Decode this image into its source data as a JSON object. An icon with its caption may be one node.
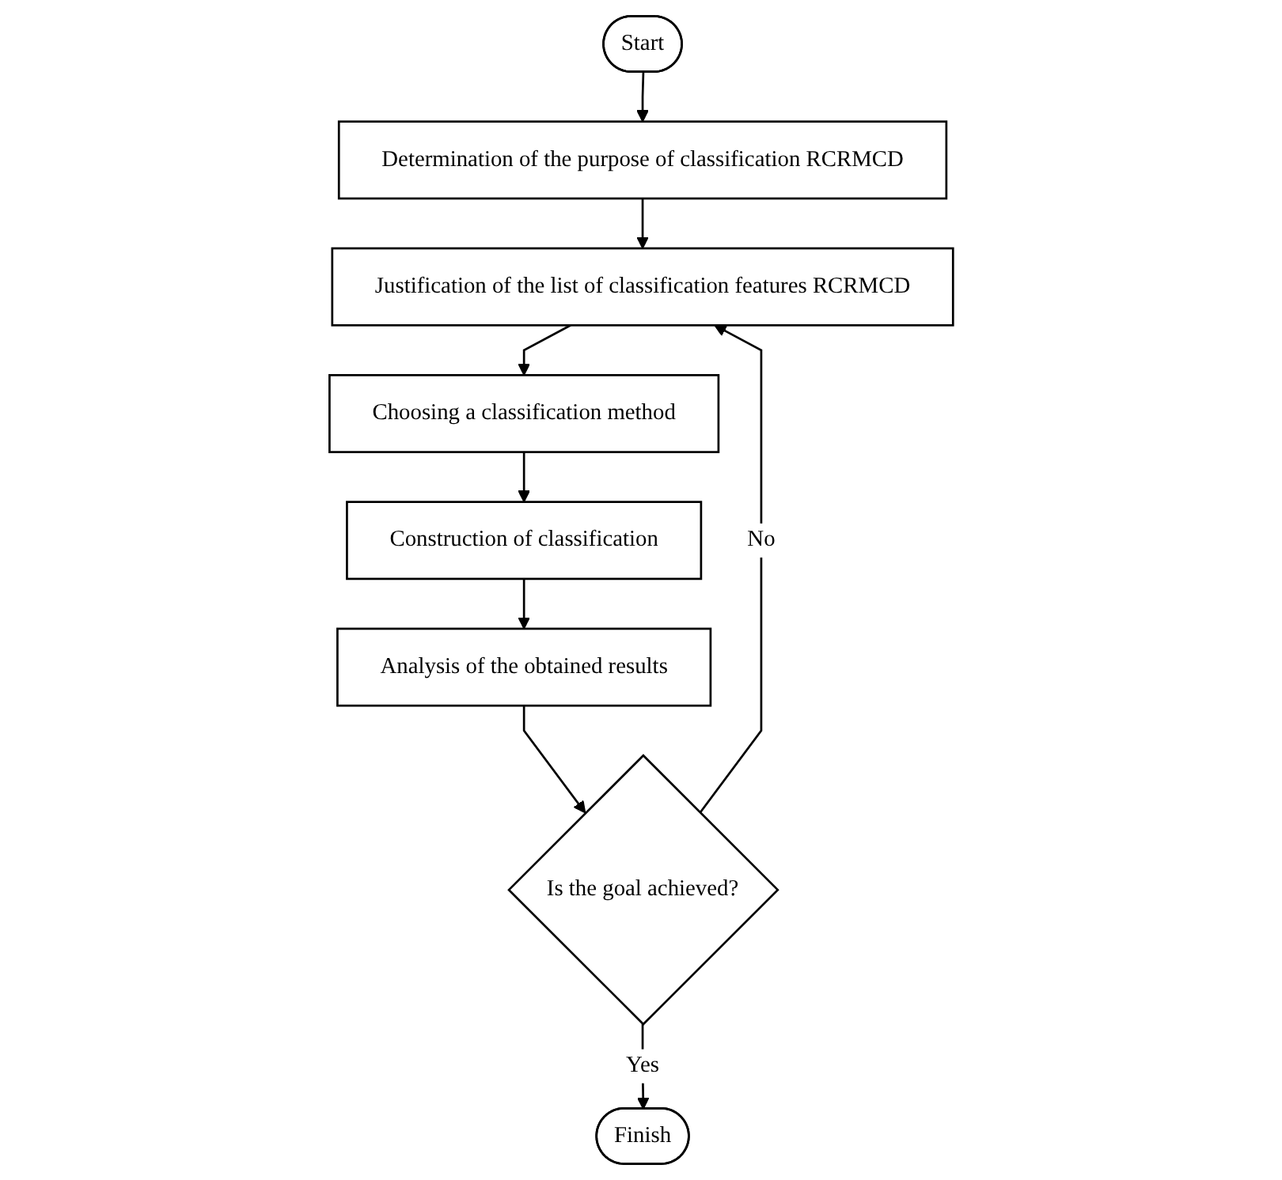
{
  "diagram": {
    "nodes": [
      {
        "text": [
          "Start"
        ]
      },
      {
        "text": [
          "Determination of the purpose of classification RCRMCD"
        ]
      },
      {
        "text": [
          "Justification of the list of classification features RCRMCD"
        ]
      },
      {
        "text": [
          "Choosing a classification method"
        ]
      },
      {
        "text": [
          "Construction of classification"
        ]
      },
      {
        "text": [
          "Analysis of the obtained results"
        ]
      },
      {
        "text": [
          "Is the goal achieved?"
        ]
      },
      {
        "text": [
          "Finish"
        ]
      }
    ],
    "edges": [
      {
        "from": 0,
        "to": 1,
        "arrow": "to"
      },
      {
        "from": 1,
        "to": 2,
        "arrow": "to"
      },
      {
        "from": 2,
        "to": 3,
        "arrow": "to"
      },
      {
        "from": 3,
        "to": 4,
        "arrow": "to"
      },
      {
        "from": 4,
        "to": 5,
        "arrow": "to"
      },
      {
        "from": 5,
        "to": 6,
        "arrow": "to"
      },
      {
        "from": 6,
        "to": 2,
        "label": "No",
        "arrow": "to"
      },
      {
        "from": 6,
        "to": 7,
        "label": "Yes",
        "arrow": "to"
      }
    ]
  }
}
